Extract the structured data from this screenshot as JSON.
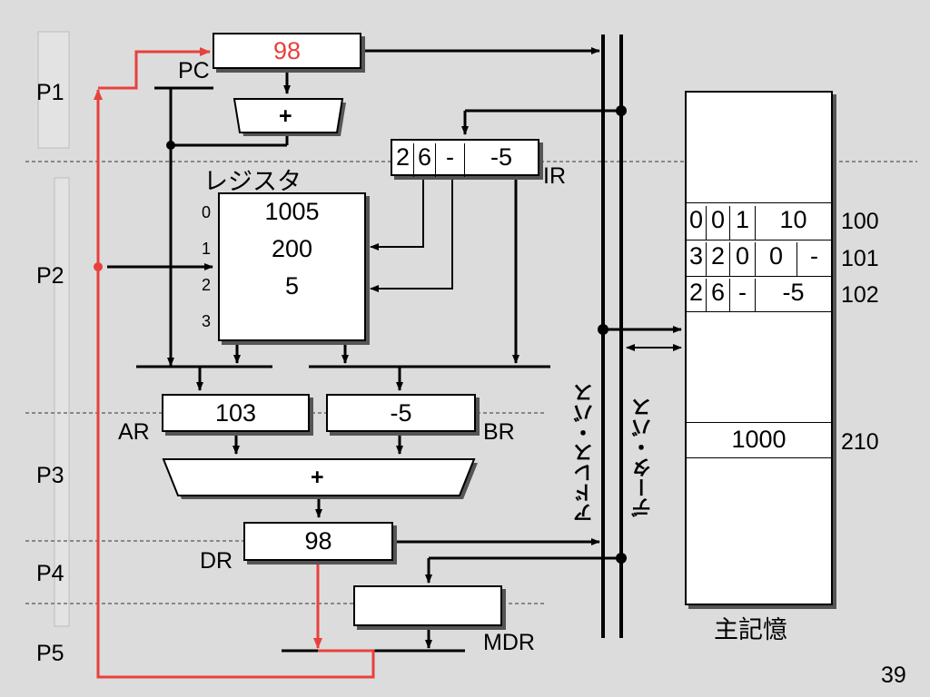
{
  "colors": {
    "accent": "#e8413c",
    "line": "#000000",
    "box": "#ffffff"
  },
  "pc": {
    "label": "PC",
    "value": "98"
  },
  "phases": [
    "P1",
    "P2",
    "P3",
    "P4",
    "P5"
  ],
  "adder_top": "+",
  "adder_bottom": "+",
  "ir": {
    "label": "IR",
    "fields": [
      "2",
      "6",
      "-",
      "-5"
    ]
  },
  "registers": {
    "title": "レジスタ",
    "rows": [
      {
        "index": "0",
        "value": "1005"
      },
      {
        "index": "1",
        "value": "200"
      },
      {
        "index": "2",
        "value": "5"
      },
      {
        "index": "3",
        "value": ""
      }
    ]
  },
  "ar": {
    "label": "AR",
    "value": "103"
  },
  "br": {
    "label": "BR",
    "value": "-5"
  },
  "dr": {
    "label": "DR",
    "value": "98"
  },
  "mdr": {
    "label": "MDR",
    "value": ""
  },
  "buses": {
    "address": "アドレス・バス",
    "data": "データ・バス"
  },
  "memory": {
    "title": "主記憶",
    "rows": [
      {
        "address": "100",
        "fields": [
          "0",
          "0",
          "1",
          "10"
        ]
      },
      {
        "address": "101",
        "fields": [
          "3",
          "2",
          "0",
          "0",
          "-"
        ]
      },
      {
        "address": "102",
        "fields": [
          "2",
          "6",
          "-",
          "-5"
        ]
      },
      {
        "address": "210",
        "fields": [
          "1000"
        ]
      }
    ]
  },
  "page_number": "39"
}
